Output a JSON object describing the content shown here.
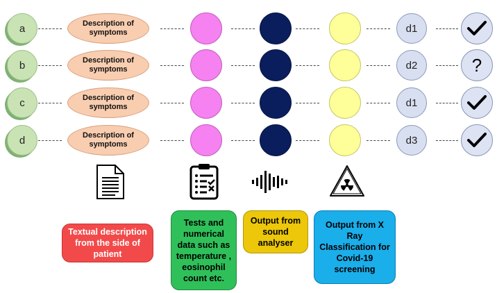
{
  "rows": [
    {
      "patient": "a",
      "symptom": "Description of symptoms",
      "diagnosis": "d1",
      "result_icon": "checkmark-icon"
    },
    {
      "patient": "b",
      "symptom": "Description of symptoms",
      "diagnosis": "d2",
      "result_icon": "question-mark-icon",
      "result_text": "?"
    },
    {
      "patient": "c",
      "symptom": "Description of symptoms",
      "diagnosis": "d1",
      "result_icon": "checkmark-icon"
    },
    {
      "patient": "d",
      "symptom": "Description of symptoms",
      "diagnosis": "d3",
      "result_icon": "checkmark-icon"
    }
  ],
  "legend": {
    "textual": "Textual description from the side of patient",
    "tests": "Tests and numerical data such as temperature , eosinophil count etc.",
    "sound": "Output from sound analyser",
    "xray": "Output from X Ray Classification for Covid-19 screening"
  },
  "colors": {
    "textual_box": "#f24a4a",
    "tests_box": "#2fc05a",
    "sound_box": "#ecc70a",
    "xray_box": "#1aaeea"
  }
}
